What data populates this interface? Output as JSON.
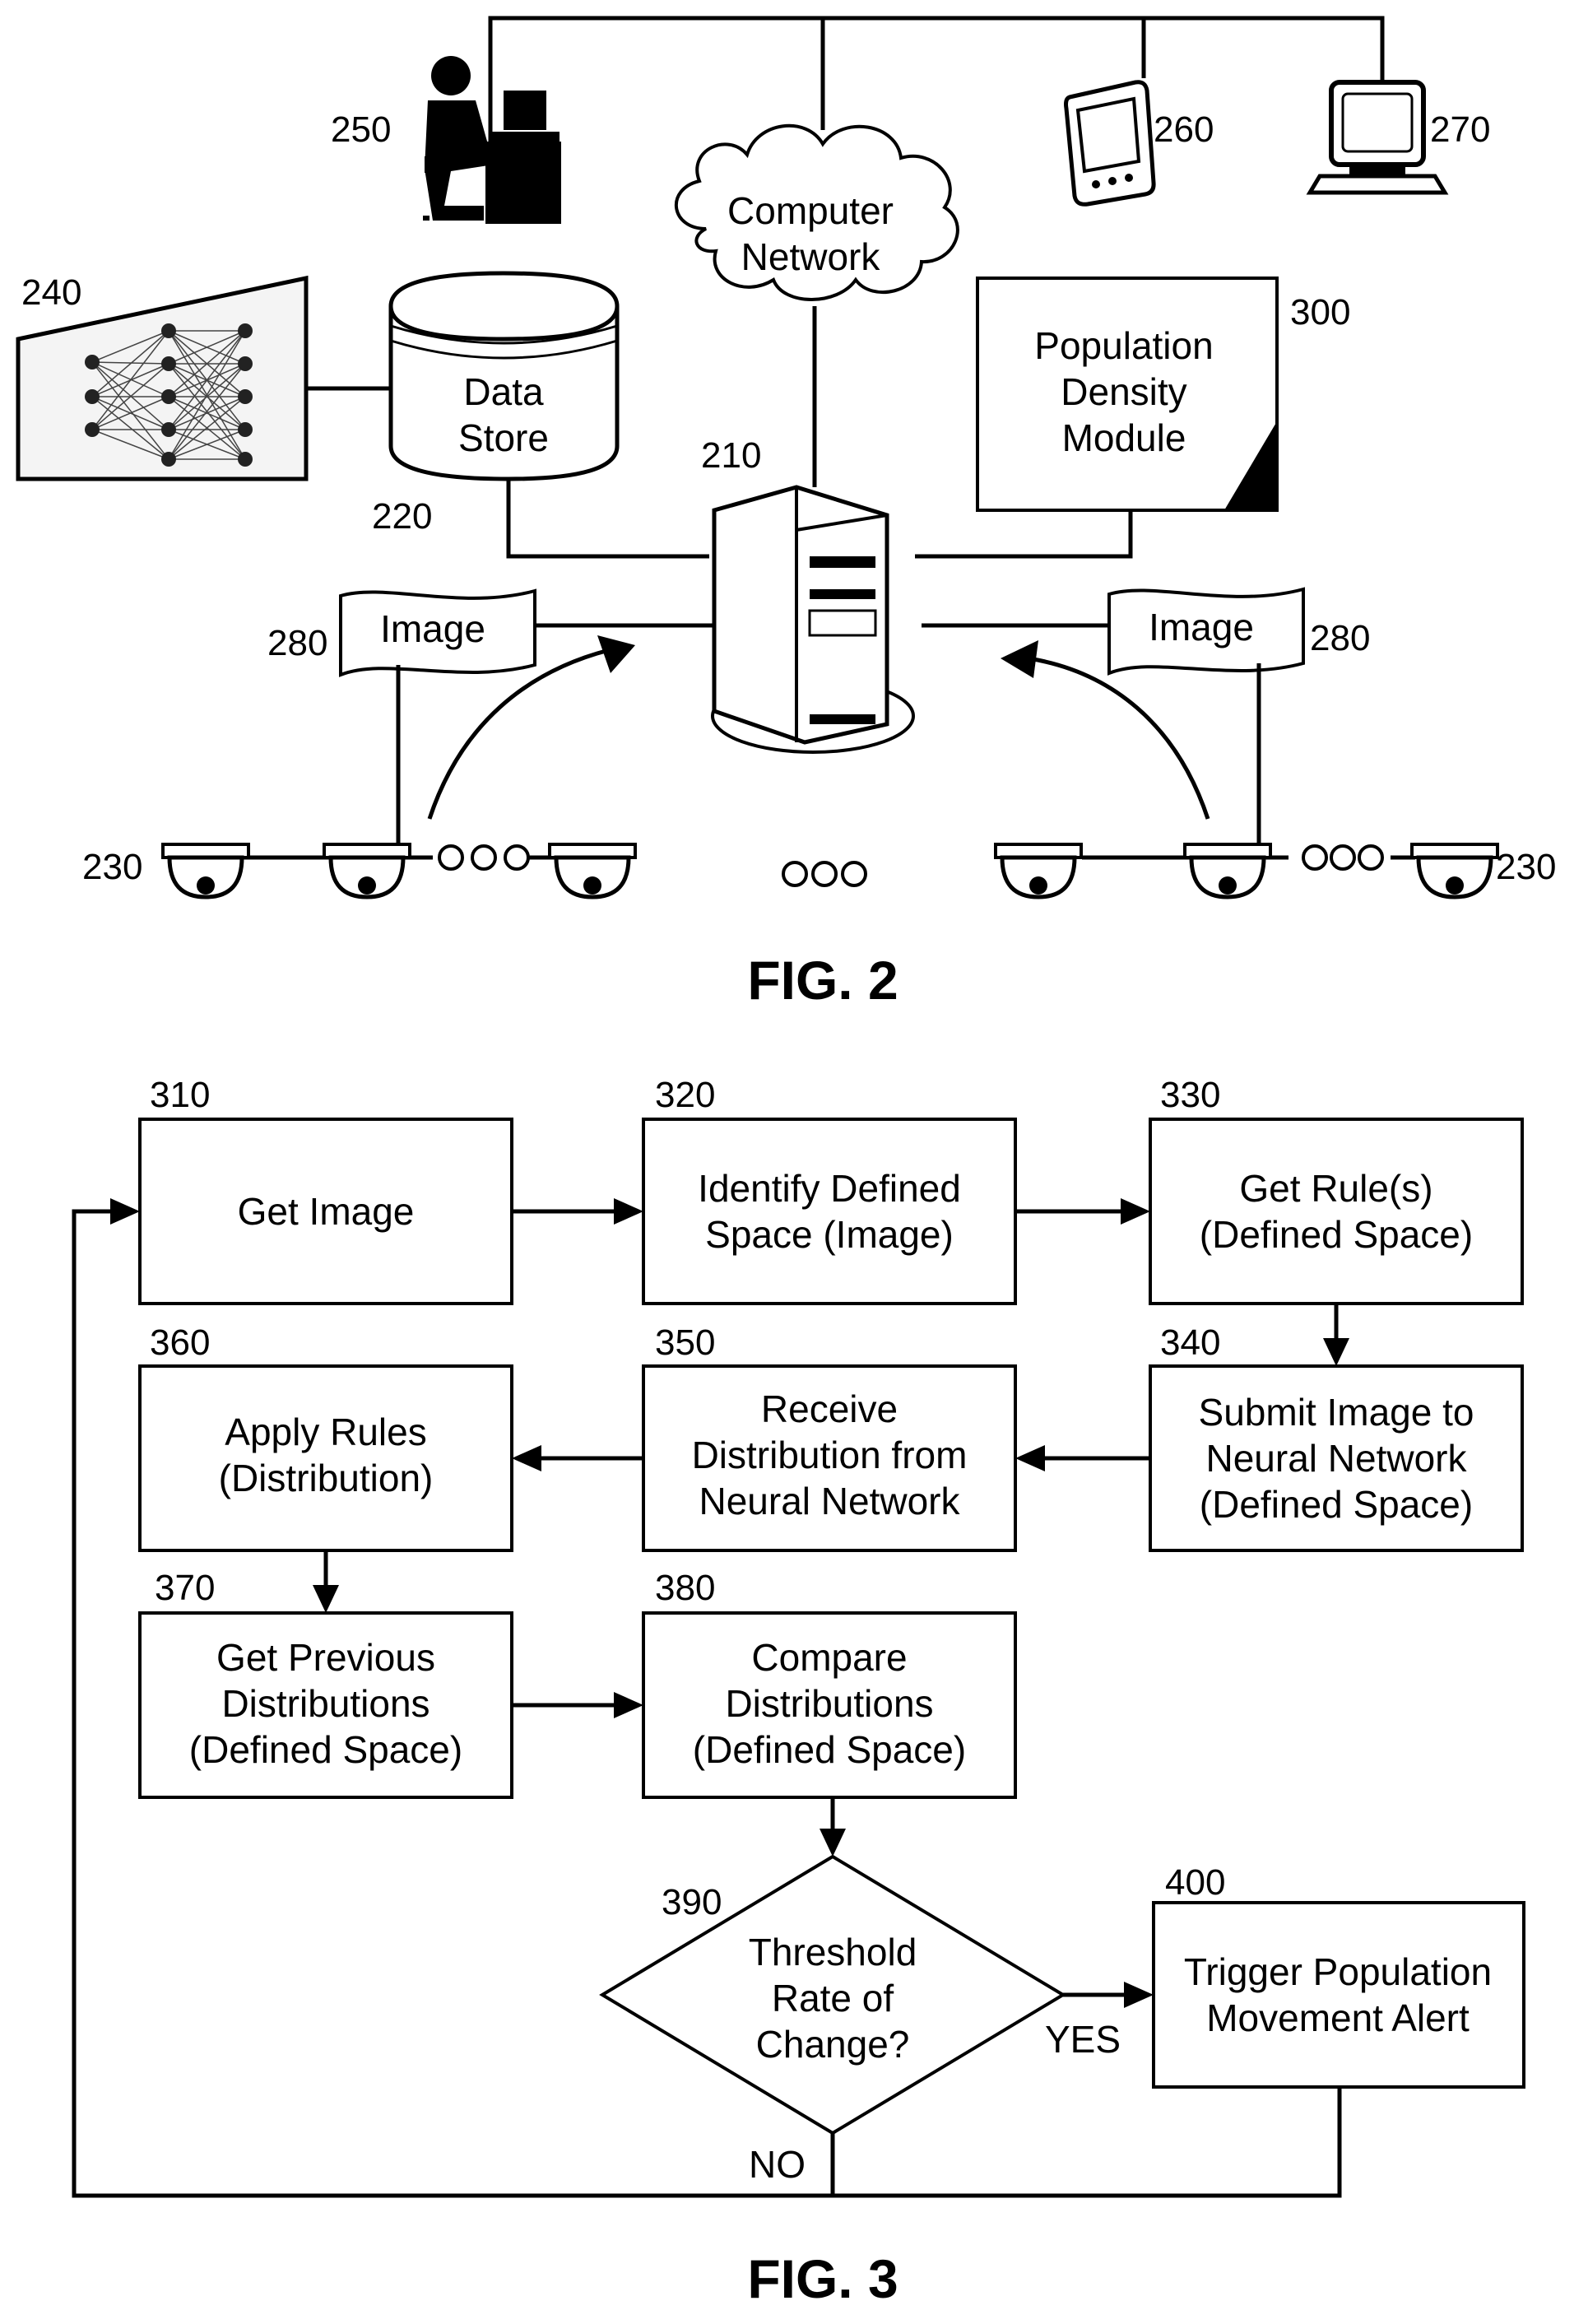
{
  "fig2": {
    "caption": "FIG. 2",
    "refs": {
      "r250": "250",
      "r260": "260",
      "r270": "270",
      "r240": "240",
      "r300": "300",
      "r210": "210",
      "r220": "220",
      "r280a": "280",
      "r280b": "280",
      "r230a": "230",
      "r230b": "230"
    },
    "network_label": [
      "Computer",
      "Network"
    ],
    "data_store_label": [
      "Data",
      "Store"
    ],
    "module_label": [
      "Population",
      "Density",
      "Module"
    ],
    "image_label_left": "Image",
    "image_label_right": "Image"
  },
  "fig3": {
    "caption": "FIG. 3",
    "steps": [
      {
        "ref": "310",
        "lines": [
          "Get Image"
        ]
      },
      {
        "ref": "320",
        "lines": [
          "Identify Defined",
          "Space (Image)"
        ]
      },
      {
        "ref": "330",
        "lines": [
          "Get Rule(s)",
          "(Defined Space)"
        ]
      },
      {
        "ref": "340",
        "lines": [
          "Submit Image to",
          "Neural Network",
          "(Defined Space)"
        ]
      },
      {
        "ref": "350",
        "lines": [
          "Receive",
          "Distribution from",
          "Neural Network"
        ]
      },
      {
        "ref": "360",
        "lines": [
          "Apply Rules",
          "(Distribution)"
        ]
      },
      {
        "ref": "370",
        "lines": [
          "Get Previous",
          "Distributions",
          "(Defined Space)"
        ]
      },
      {
        "ref": "380",
        "lines": [
          "Compare",
          "Distributions",
          "(Defined Space)"
        ]
      },
      {
        "ref": "400",
        "lines": [
          "Trigger Population",
          "Movement Alert"
        ]
      }
    ],
    "decision": {
      "ref": "390",
      "lines": [
        "Threshold",
        "Rate of",
        "Change?"
      ]
    },
    "yes_label": "YES",
    "no_label": "NO"
  }
}
